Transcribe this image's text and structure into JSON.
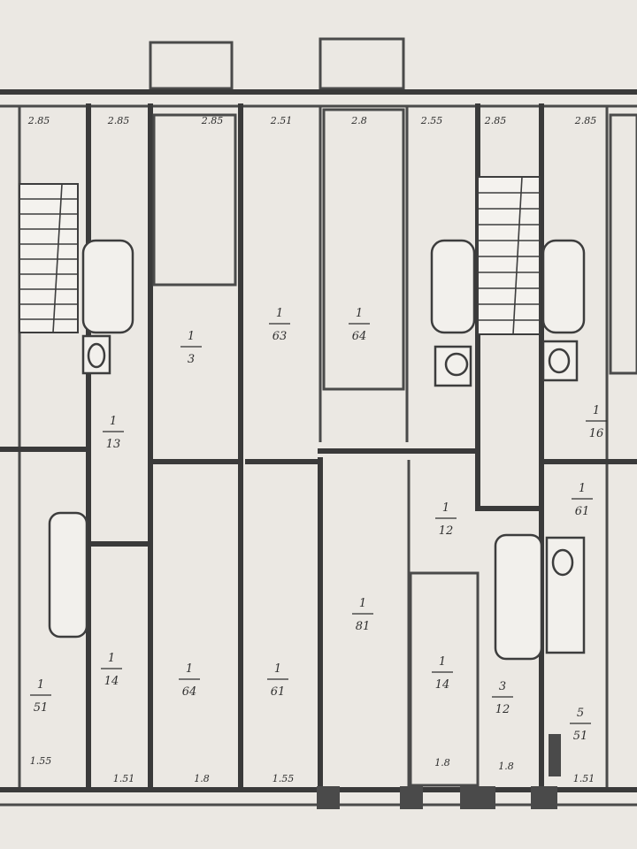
{
  "rooms": [
    {
      "id": "r1",
      "num": "1",
      "area": "63"
    },
    {
      "id": "r2",
      "num": "1",
      "area": "64"
    },
    {
      "id": "r3",
      "num": "1",
      "area": "81"
    },
    {
      "id": "r4",
      "num": "1",
      "area": "61"
    },
    {
      "id": "r5",
      "num": "1",
      "area": "64"
    },
    {
      "id": "r6",
      "num": "1",
      "area": "14"
    },
    {
      "id": "r7",
      "num": "1",
      "area": "51"
    },
    {
      "id": "r8",
      "num": "3",
      "area": "12"
    },
    {
      "id": "r9",
      "num": "1",
      "area": "13"
    },
    {
      "id": "r10",
      "num": "1",
      "area": "14"
    },
    {
      "id": "r11",
      "num": "1",
      "area": "12"
    },
    {
      "id": "r12",
      "num": "1",
      "area": "16"
    },
    {
      "id": "r13",
      "num": "1",
      "area": "3"
    },
    {
      "id": "r14",
      "num": "5",
      "area": "51"
    },
    {
      "id": "r15",
      "num": "1",
      "area": "61"
    }
  ],
  "dims_top": [
    "2.85",
    "2.85",
    "2.85",
    "2.51",
    "2.8",
    "2.55",
    "2.85",
    "2.85"
  ],
  "dims_bottom": [
    "1.51",
    "1.8",
    "1.55",
    "1.55",
    "1.8",
    "1.8",
    "1.51"
  ]
}
